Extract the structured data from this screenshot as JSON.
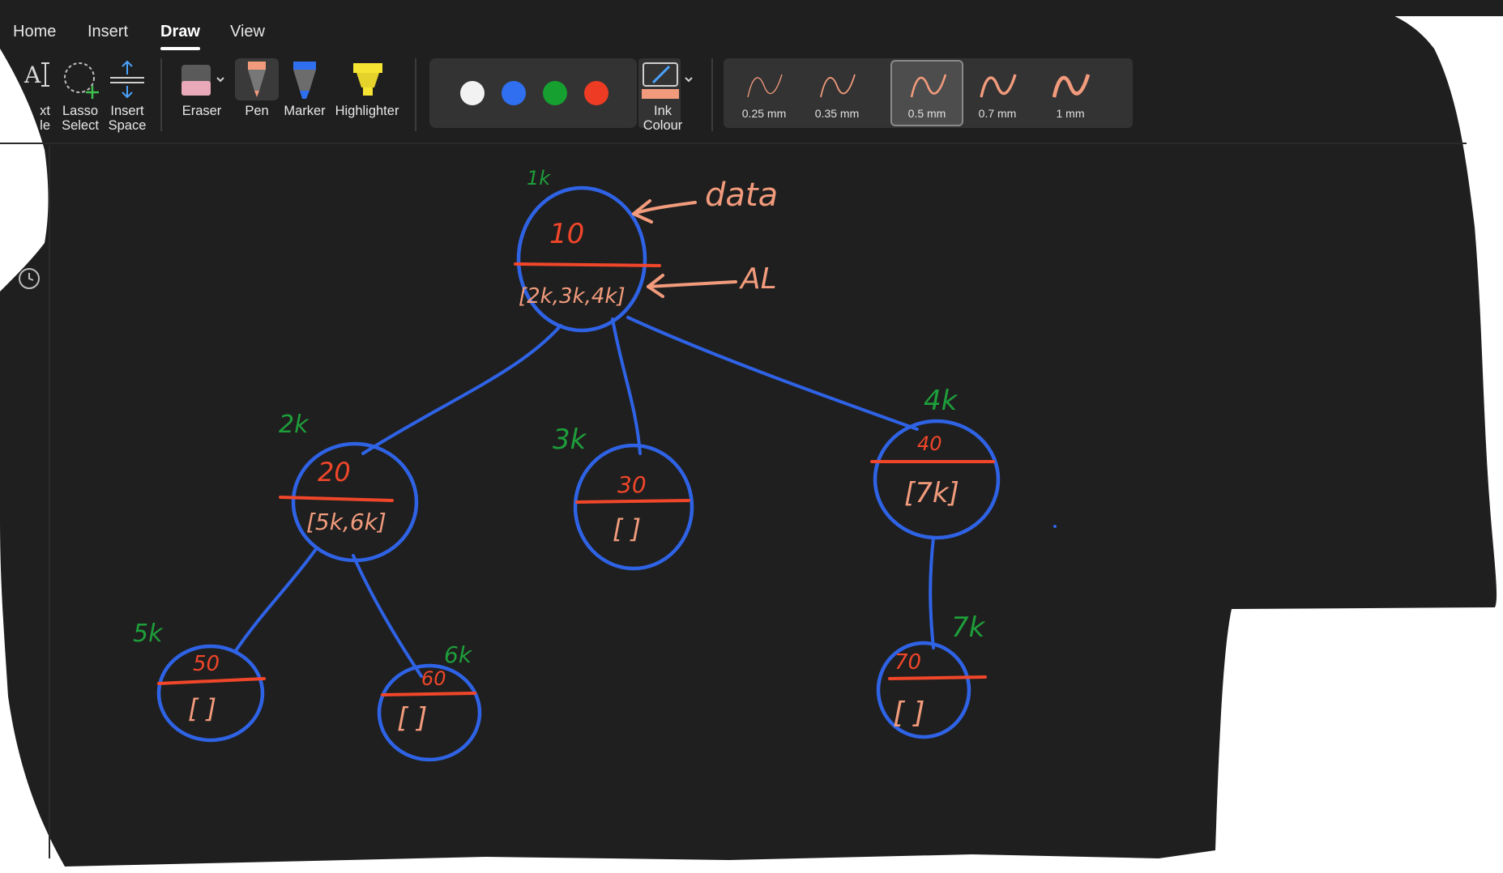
{
  "tabs": [
    {
      "label": "Home",
      "active": false
    },
    {
      "label": "Insert",
      "active": false
    },
    {
      "label": "Draw",
      "active": true
    },
    {
      "label": "View",
      "active": false
    }
  ],
  "tools": {
    "text_mode": "xt\nle",
    "lasso_select": "Lasso\nSelect",
    "insert_space": "Insert\nSpace",
    "eraser": "Eraser",
    "pen": "Pen",
    "marker": "Marker",
    "highlighter": "Highlighter",
    "ink_colour": "Ink\nColour"
  },
  "palette": {
    "colors": [
      "#f2f2f2",
      "#2f6ff0",
      "#16a030",
      "#ee3b24"
    ],
    "ink_current": "#f29b7c"
  },
  "thickness": {
    "options": [
      "0.25 mm",
      "0.35 mm",
      "0.5 mm",
      "0.7 mm",
      "1 mm"
    ],
    "selected": "0.5 mm"
  },
  "annotation_colors": {
    "node_outline": "#2f63e6",
    "node_value": "#f0462a",
    "list_text": "#f29b7c",
    "address": "#1e9e3a"
  },
  "diagram": {
    "callouts": {
      "data": "data",
      "adjacency": "AL"
    },
    "nodes": [
      {
        "id": "root",
        "value": "10",
        "address": "1k",
        "list": "[2k,3k,4k]"
      },
      {
        "id": "n20",
        "value": "20",
        "address": "2k",
        "list": "[5k,6k]"
      },
      {
        "id": "n30",
        "value": "30",
        "address": "3k",
        "list": "[ ]"
      },
      {
        "id": "n40",
        "value": "40",
        "address": "4k",
        "list": "[7k]"
      },
      {
        "id": "n50",
        "value": "50",
        "address": "5k",
        "list": "[ ]"
      },
      {
        "id": "n60",
        "value": "60",
        "address": "6k",
        "list": "[ ]"
      },
      {
        "id": "n70",
        "value": "70",
        "address": "7k",
        "list": "[ ]"
      }
    ]
  }
}
